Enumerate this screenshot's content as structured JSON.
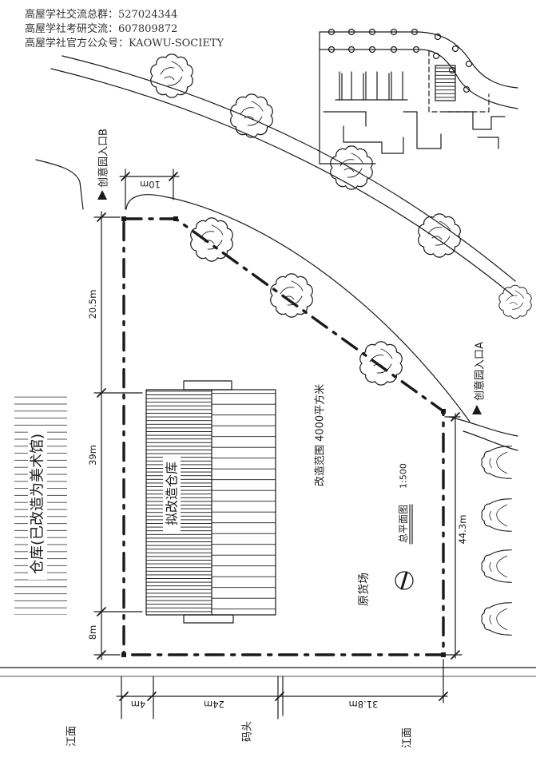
{
  "colors": {
    "ink": "#1a1a1a",
    "paper": "#ffffff",
    "header_text": "#333333"
  },
  "header": {
    "group_chat": "高屋学社交流总群：527024344",
    "exam_chat": "高屋学社考研交流：607809872",
    "official_account": "高屋学社官方公众号：KAOWU-SOCIETY"
  },
  "entrances": {
    "b": "创意园入口B",
    "a": "创意园入口A"
  },
  "dimensions": {
    "top_width": "10m",
    "left_upper": "20.5m",
    "left_middle": "39m",
    "left_lower": "8m",
    "right": "44.3m",
    "bottom_left": "4m",
    "bottom_middle": "24m",
    "bottom_right": "31.8m"
  },
  "labels": {
    "museum_warehouse": "仓库(已改造为美术馆)",
    "target_warehouse": "拟改造仓库",
    "renovation_scope": "改造范围 4000平方米",
    "plan_title": "总平面图",
    "scale": "1:500",
    "freight_yard": "原货场",
    "river_left": "江面",
    "wharf": "码头",
    "river_right": "江面"
  },
  "icons": {
    "north_arrow": "north-arrow-icon",
    "tree": "tree-icon",
    "shrub": "shrub-icon",
    "entrance_marker": "triangle-marker-icon"
  }
}
